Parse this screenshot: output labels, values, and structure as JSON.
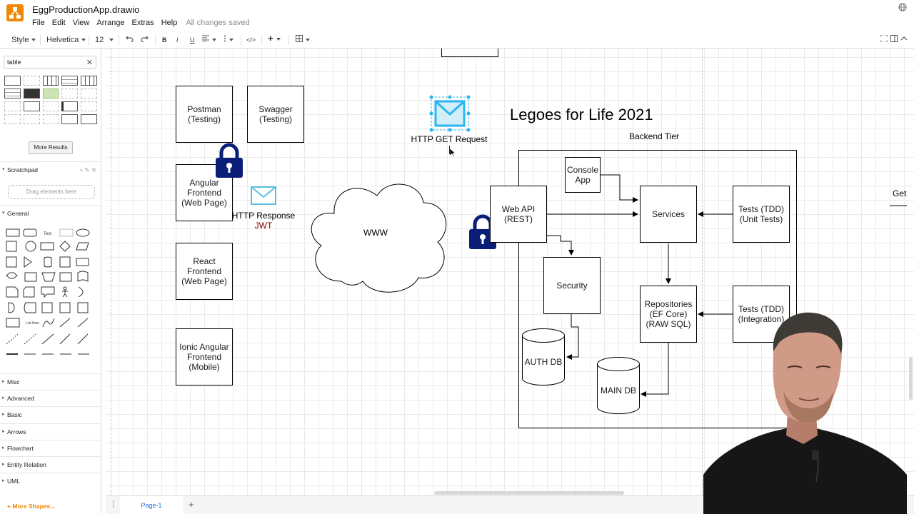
{
  "window": {
    "document_title": "EggProductionApp.drawio",
    "menus": [
      "File",
      "Edit",
      "View",
      "Arrange",
      "Extras",
      "Help"
    ],
    "save_status": "All changes saved"
  },
  "toolbar": {
    "style_label": "Style",
    "font_family": "Helvetica",
    "font_size": "12",
    "bold": "B",
    "italic": "I",
    "underline": "U",
    "code": "</>",
    "insert": "+"
  },
  "sidebar": {
    "search_value": "table",
    "more_results_label": "More Results",
    "scratchpad_title": "Scratchpad",
    "scratchpad_hint": "Drag elements here",
    "general_title": "General",
    "sections": [
      "Misc",
      "Advanced",
      "Basic",
      "Arrows",
      "Flowchart",
      "Entity Relation",
      "UML"
    ],
    "more_shapes_label": "More Shapes..."
  },
  "diagram": {
    "title": "Legoes for Life 2021",
    "backend_tier_label": "Backend Tier",
    "http_get_label": "HTTP GET Request",
    "http_response_label": "HTTP Response",
    "jwt_label": "JWT",
    "www_label": "WWW",
    "clients": {
      "postman": "Postman (Testing)",
      "swagger": "Swagger (Testing)",
      "angular": "Angular Frontend (Web Page)",
      "react": "React Frontend (Web Page)",
      "ionic": "Ionic Angular Frontend (Mobile)"
    },
    "backend": {
      "console_app": "Console App",
      "web_api": "Web API (REST)",
      "services": "Services",
      "tests_unit": "Tests (TDD) (Unit Tests)",
      "security": "Security",
      "repositories": "Repositories (EF Core) (RAW SQL)",
      "tests_integration": "Tests (TDD) (Integration)",
      "auth_db": "AUTH DB",
      "main_db": "MAIN DB"
    },
    "offpage_label": "Get"
  },
  "bottom": {
    "page_tab": "Page-1"
  },
  "colors": {
    "accent": "#f08705",
    "lock": "#0a1e78",
    "envelope": "#5bc0de",
    "jwt": "#8b0000",
    "selection": "#29b6f2"
  }
}
